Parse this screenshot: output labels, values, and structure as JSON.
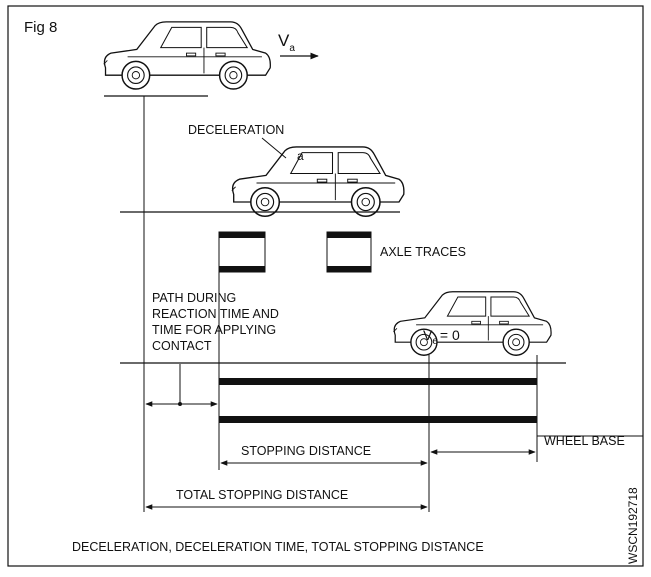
{
  "figure": {
    "label": "Fig 8",
    "code": "WSCN192718",
    "caption": "DECELERATION, DECELERATION TIME, TOTAL STOPPING DISTANCE"
  },
  "labels": {
    "velocity_symbol": "V",
    "velocity_subscript": "a",
    "deceleration": "DECELERATION",
    "decel_symbol": "a",
    "axle_traces": "AXLE TRACES",
    "path_line1": "PATH DURING",
    "path_line2": "REACTION TIME AND",
    "path_line3": "TIME FOR APPLYING",
    "path_line4": "CONTACT",
    "final_velocity_symbol": "V",
    "final_velocity_subscript": "e",
    "final_velocity_value": "= 0",
    "stopping_distance": "STOPPING DISTANCE",
    "wheel_base": "WHEEL BASE",
    "total_stopping_distance": "TOTAL STOPPING DISTANCE"
  }
}
